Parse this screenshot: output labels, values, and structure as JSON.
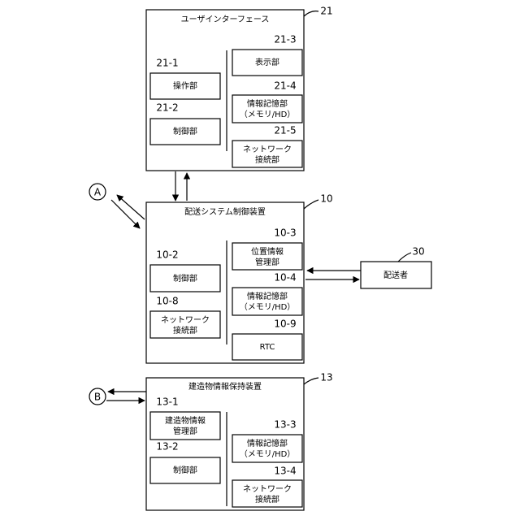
{
  "ui": {
    "title": "ユーザインターフェース",
    "ref": "21",
    "items": {
      "operation": {
        "ref": "21-1",
        "label": "操作部"
      },
      "control": {
        "ref": "21-2",
        "label": "制御部"
      },
      "display": {
        "ref": "21-3",
        "label": "表示部"
      },
      "storage": {
        "ref": "21-4",
        "label1": "情報記憶部",
        "label2": "（メモリ/HD）"
      },
      "network": {
        "ref": "21-5",
        "label1": "ネットワーク",
        "label2": "接続部"
      }
    }
  },
  "delivery_system": {
    "title": "配送システム制御装置",
    "ref": "10",
    "items": {
      "control": {
        "ref": "10-2",
        "label": "制御部"
      },
      "network": {
        "ref": "10-8",
        "label1": "ネットワーク",
        "label2": "接続部"
      },
      "position": {
        "ref": "10-3",
        "label1": "位置情報",
        "label2": "管理部"
      },
      "storage": {
        "ref": "10-4",
        "label1": "情報記憶部",
        "label2": "（メモリ/HD）"
      },
      "rtc": {
        "ref": "10-9",
        "label": "RTC"
      }
    }
  },
  "deliverer": {
    "ref": "30",
    "label": "配送者"
  },
  "building_info": {
    "title": "建造物情報保持装置",
    "ref": "13",
    "items": {
      "building_mgmt": {
        "ref": "13-1",
        "label1": "建造物情報",
        "label2": "管理部"
      },
      "control": {
        "ref": "13-2",
        "label": "制御部"
      },
      "storage": {
        "ref": "13-3",
        "label1": "情報記憶部",
        "label2": "（メモリ/HD）"
      },
      "network": {
        "ref": "13-4",
        "label1": "ネットワーク",
        "label2": "接続部"
      }
    }
  },
  "connectors": {
    "a": "A",
    "b": "B"
  }
}
